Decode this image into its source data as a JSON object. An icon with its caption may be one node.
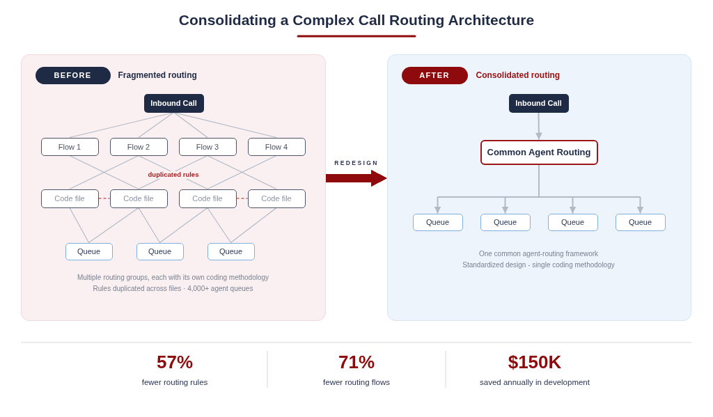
{
  "diagram": {
    "title": "Consolidating a Complex Call Routing Architecture",
    "nodes": [
      {
        "text": [
          "Fragmented routing",
          "Multiple routing groups, each with its own coding methodology",
          "Rules duplicated across files · 4,000+ agent queues"
        ]
      },
      {
        "text": [
          "BEFORE"
        ],
        "in": 0
      },
      {
        "text": [
          "Inbound Call"
        ],
        "in": 0
      },
      {
        "text": [
          "Flow 1"
        ],
        "in": 0
      },
      {
        "text": [
          "Flow 2"
        ],
        "in": 0
      },
      {
        "text": [
          "Flow 3"
        ],
        "in": 0
      },
      {
        "text": [
          "Flow 4"
        ],
        "in": 0
      },
      {
        "text": [
          "Code file"
        ],
        "in": 0
      },
      {
        "text": [
          "Code file"
        ],
        "in": 0
      },
      {
        "text": [
          "Code file"
        ],
        "in": 0
      },
      {
        "text": [
          "Code file"
        ],
        "in": 0
      },
      {
        "text": [
          "Queue"
        ],
        "in": 0
      },
      {
        "text": [
          "Queue"
        ],
        "in": 0
      },
      {
        "text": [
          "Queue"
        ],
        "in": 0
      },
      {
        "text": [
          "Consolidated routing",
          "One common agent-routing framework",
          "Standardized design - single coding methodology"
        ]
      },
      {
        "text": [
          "AFTER"
        ],
        "in": 14
      },
      {
        "text": [
          "Inbound Call"
        ],
        "in": 14
      },
      {
        "text": [
          "Common Agent Routing"
        ],
        "in": 14
      },
      {
        "text": [
          "Queue"
        ],
        "in": 14
      },
      {
        "text": [
          "Queue"
        ],
        "in": 14
      },
      {
        "text": [
          "Queue"
        ],
        "in": 14
      },
      {
        "text": [
          "Queue"
        ],
        "in": 14
      }
    ],
    "edges": [
      {
        "from": 2,
        "to": 3,
        "arrow": "none"
      },
      {
        "from": 2,
        "to": 4,
        "arrow": "none"
      },
      {
        "from": 2,
        "to": 5,
        "arrow": "none"
      },
      {
        "from": 2,
        "to": 6,
        "arrow": "none"
      },
      {
        "from": 3,
        "to": 8,
        "arrow": "none"
      },
      {
        "from": 4,
        "to": 7,
        "arrow": "none"
      },
      {
        "from": 4,
        "to": 9,
        "arrow": "none"
      },
      {
        "from": 5,
        "to": 8,
        "arrow": "none"
      },
      {
        "from": 5,
        "to": 10,
        "arrow": "none"
      },
      {
        "from": 6,
        "to": 9,
        "arrow": "none"
      },
      {
        "from": 7,
        "to": 11,
        "arrow": "none"
      },
      {
        "from": 8,
        "to": 11,
        "arrow": "none"
      },
      {
        "from": 8,
        "to": 12,
        "arrow": "none"
      },
      {
        "from": 9,
        "to": 12,
        "arrow": "none"
      },
      {
        "from": 9,
        "to": 13,
        "arrow": "none"
      },
      {
        "from": 10,
        "to": 13,
        "arrow": "none"
      },
      {
        "from": 7,
        "to": 8,
        "arrow": "none",
        "style": "dashed",
        "color": "#b5191c"
      },
      {
        "from": 9,
        "to": 10,
        "arrow": "none",
        "style": "dashed",
        "color": "#b5191c"
      },
      {
        "from": 0,
        "to": 14,
        "arrow": "to",
        "label": "REDESIGN",
        "style": "thick",
        "color": "#8f0a0c"
      },
      {
        "from": 16,
        "to": 17,
        "arrow": "to"
      },
      {
        "from": 17,
        "to": 18,
        "arrow": "to"
      },
      {
        "from": 17,
        "to": 19,
        "arrow": "to"
      },
      {
        "from": 17,
        "to": 20,
        "arrow": "to"
      },
      {
        "from": 17,
        "to": 21,
        "arrow": "to"
      }
    ],
    "labels": [
      "duplicated rules",
      "57%",
      "fewer routing rules",
      "71%",
      "fewer routing flows",
      "$150K",
      "saved annually in development"
    ]
  }
}
